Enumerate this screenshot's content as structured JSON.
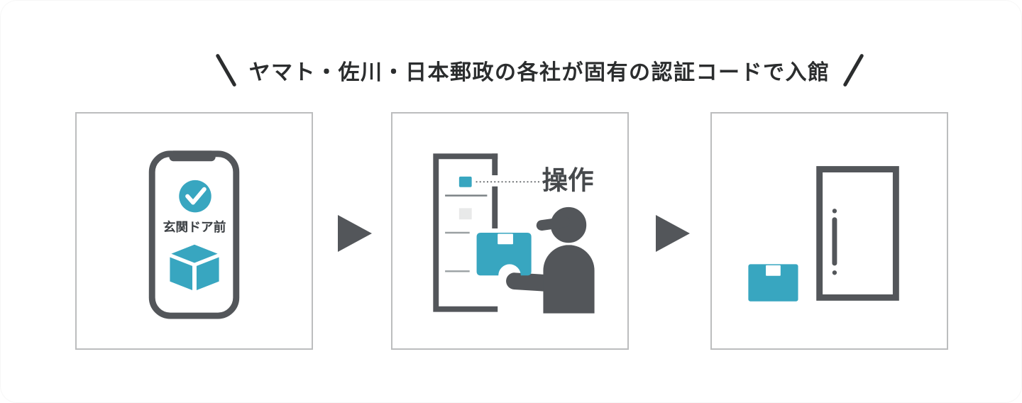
{
  "header": {
    "title": "ヤマト・佐川・日本郵政の各社が固有の認証コードで入館"
  },
  "steps": {
    "step1": {
      "phone_screen_label": "玄関ドア前"
    },
    "step2": {
      "annotation_label": "操作"
    }
  },
  "colors": {
    "accent_teal": "#38a6c0",
    "figure_gray": "#53565a",
    "title_text": "#2b2d2e",
    "panel_border": "#bcbdbe",
    "label_text": "#3c4044",
    "annotation_text": "#46494c"
  }
}
